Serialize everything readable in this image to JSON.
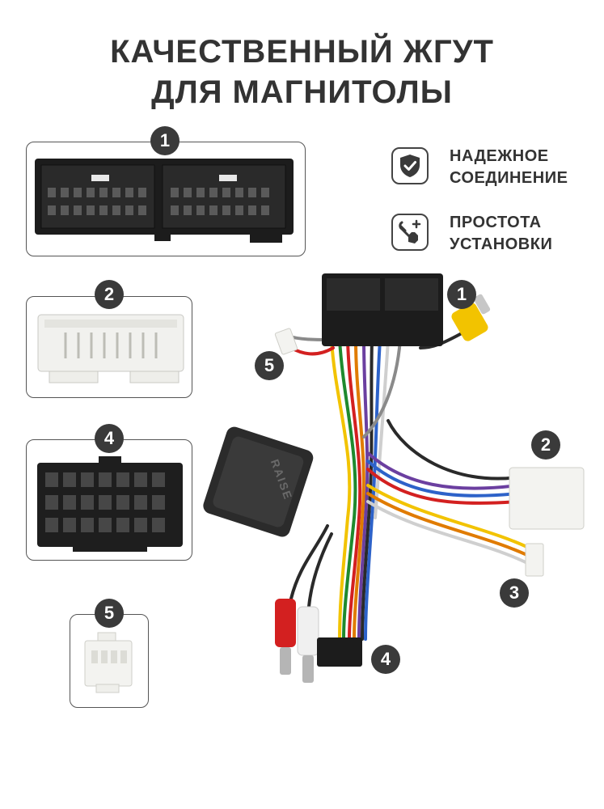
{
  "title": {
    "line1": "КАЧЕСТВЕННЫЙ ЖГУТ",
    "line2": "ДЛЯ МАГНИТОЛЫ"
  },
  "features": [
    {
      "icon": "shield-check-icon",
      "text": "НАДЕЖНОЕ\nСОЕДИНЕНИЕ"
    },
    {
      "icon": "hand-wrench-icon",
      "text": "ПРОСТОТА\nУСТАНОВКИ"
    }
  ],
  "connectors": {
    "c1": {
      "number": "1"
    },
    "c2": {
      "number": "2"
    },
    "c4": {
      "number": "4"
    },
    "c5": {
      "number": "5"
    }
  },
  "photo_labels": {
    "l1": "1",
    "l2": "2",
    "l3": "3",
    "l4": "4",
    "l5": "5"
  },
  "can_box_text": "RAISE"
}
